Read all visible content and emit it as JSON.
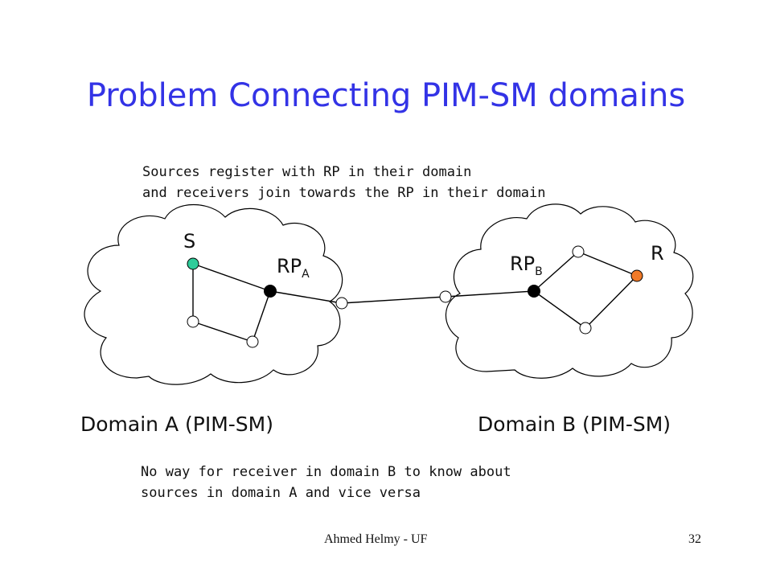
{
  "title": "Problem Connecting PIM-SM domains",
  "note_top": {
    "line1": "Sources register with RP in their domain",
    "line2": "and receivers join towards the RP in their domain"
  },
  "domains": {
    "a_label": "Domain A (PIM-SM)",
    "b_label": "Domain B (PIM-SM)"
  },
  "nodes": {
    "source_label": "S",
    "receiver_label": "R",
    "rp_a": {
      "base": "RP",
      "sub": "A"
    },
    "rp_b": {
      "base": "RP",
      "sub": "B"
    }
  },
  "note_bottom": {
    "line1": "No way for receiver in domain B to know about",
    "line2": "sources in domain A and vice versa"
  },
  "footer": {
    "author": "Ahmed Helmy - UF",
    "page": "32"
  },
  "colors": {
    "title": "#3333e6",
    "source_node": "#2ecc9a",
    "receiver_node": "#f07a28",
    "rp_node": "#000000",
    "router_node": "#ffffff"
  }
}
